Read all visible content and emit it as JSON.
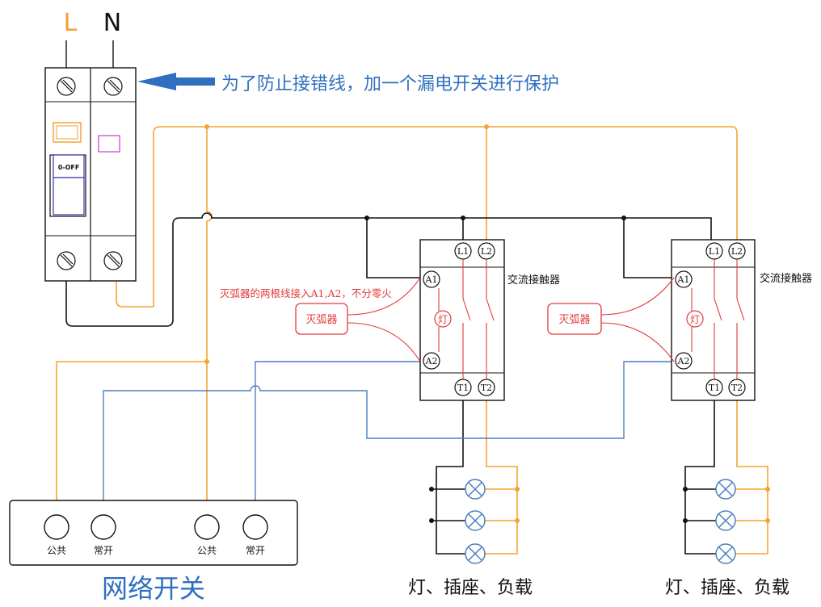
{
  "labels": {
    "L": "L",
    "N": "N",
    "annotation": "为了防止接错线，加一个漏电开关进行保护",
    "breaker_switch": "0-OFF",
    "contactor_name": "交流接触器",
    "arc_note": "灭弧器的两根线接入A1,A2，不分零火",
    "arc_suppressor": "灭弧器",
    "coil_lamp": "灯",
    "term_L1": "L1",
    "term_L2": "L2",
    "term_A1": "A1",
    "term_A2": "A2",
    "term_T1": "T1",
    "term_T2": "T2",
    "load_caption": "灯、插座、负载",
    "switch_common": "公共",
    "switch_no": "常开",
    "network_switch": "网络开关"
  },
  "colors": {
    "live": "#f4a430",
    "wire_black": "#111111",
    "blue": "#4b7fc0",
    "red": "#e03a3a",
    "L_label": "#f0a030",
    "title_blue": "#2f6fbf",
    "annotation_blue": "#2f6fbf"
  }
}
